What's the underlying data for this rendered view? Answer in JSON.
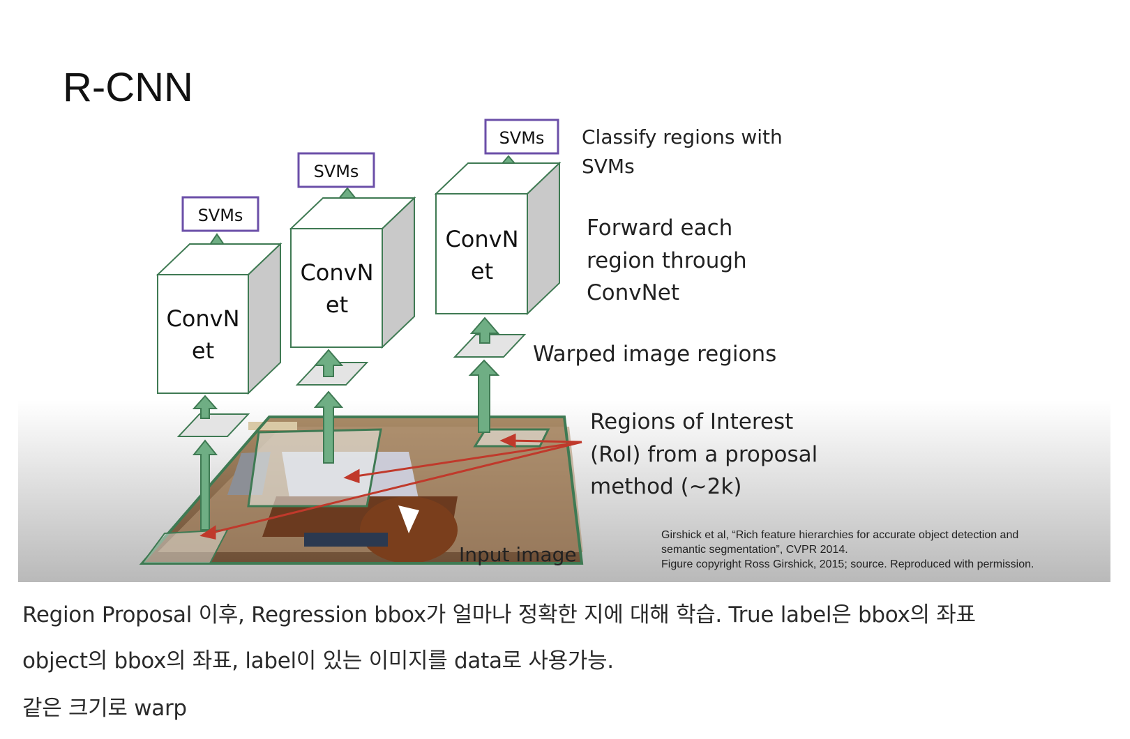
{
  "slide": {
    "title": "R-CNN",
    "svm_label": "SVMs",
    "convnet_line1": "ConvN",
    "convnet_line2": "et",
    "labels": {
      "classify": [
        "Classify regions with",
        "SVMs"
      ],
      "forward": [
        "Forward each",
        "region through",
        "ConvNet"
      ],
      "warped": "Warped image regions",
      "roi": [
        "Regions of Interest",
        "(RoI) from a proposal",
        "method (~2k)"
      ],
      "input": "Input image"
    },
    "citation": [
      "Girshick et al, “Rich feature hierarchies for accurate object detection and",
      "semantic segmentation”, CVPR 2014.",
      "Figure copyright Ross Girshick, 2015; source. Reproduced with permission."
    ],
    "colors": {
      "green": "#6fae84",
      "green_stroke": "#3f7a53",
      "purple": "#6b4fa8",
      "red": "#c0392b"
    }
  },
  "notes": [
    "Region Proposal 이후, Regression bbox가 얼마나 정확한 지에 대해 학습. True label은 bbox의 좌표",
    "object의 bbox의 좌표, label이 있는 이미지를 data로 사용가능.",
    "같은 크기로 warp"
  ]
}
